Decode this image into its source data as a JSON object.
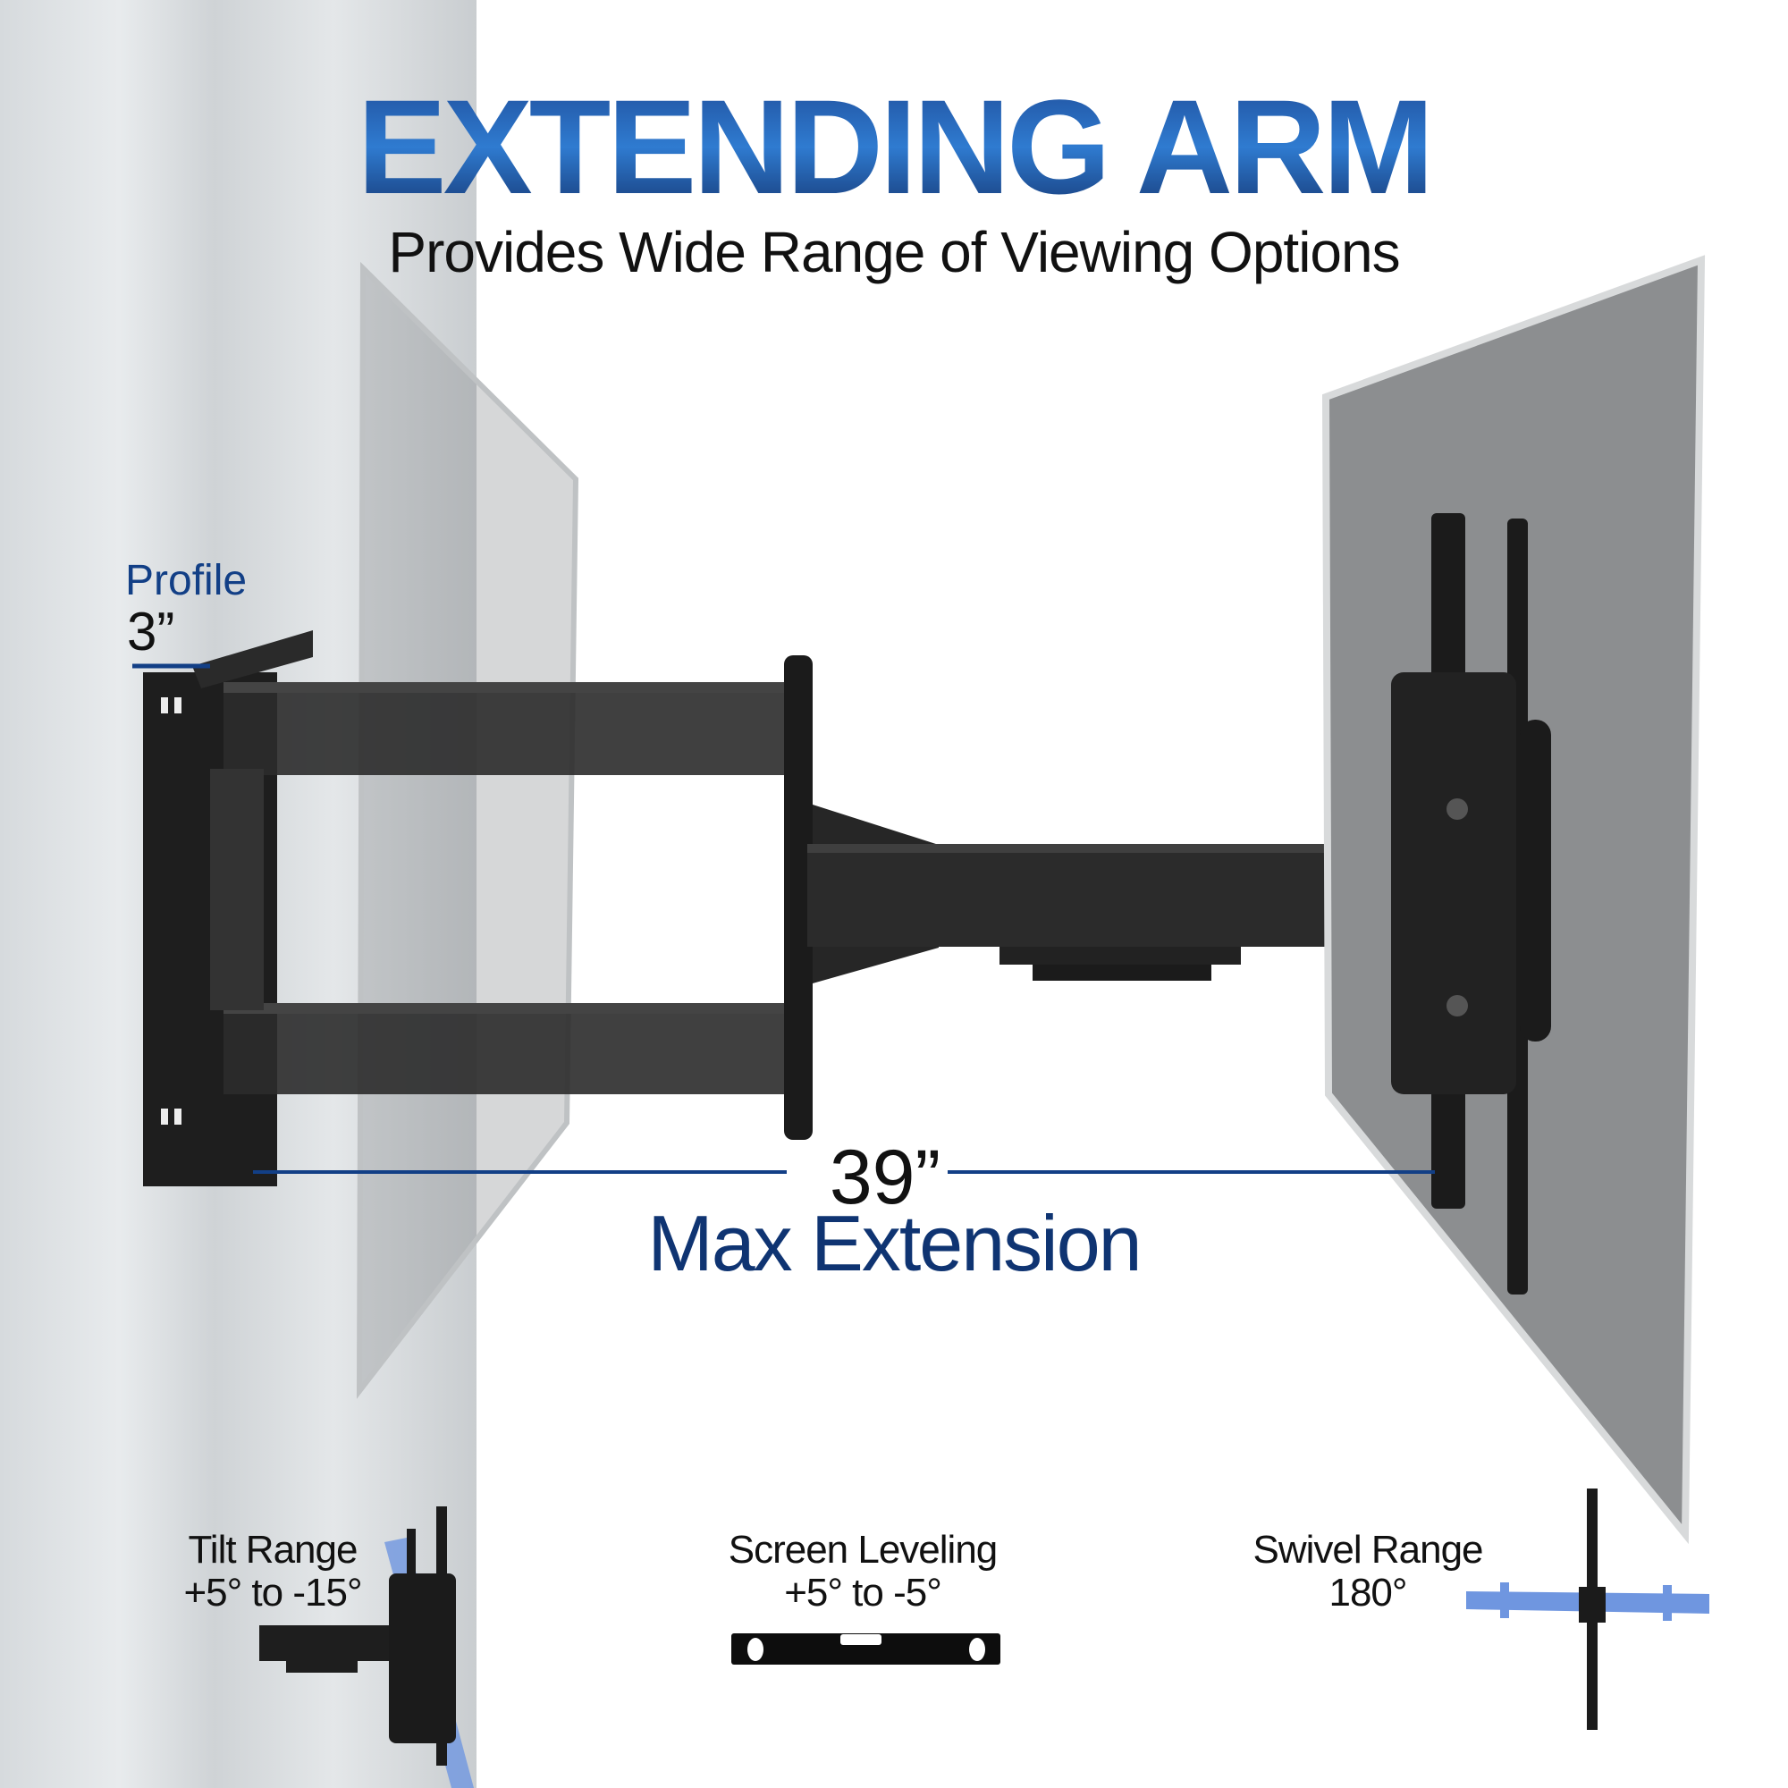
{
  "header": {
    "title": "EXTENDING ARM",
    "subtitle": "Provides Wide Range of Viewing Options"
  },
  "profile": {
    "label": "Profile",
    "value": "3”"
  },
  "extension": {
    "value": "39”",
    "label": "Max Extension"
  },
  "features": [
    {
      "title": "Tilt Range",
      "value": "+5° to -15°"
    },
    {
      "title": "Screen Leveling",
      "value": "+5° to -5°"
    },
    {
      "title": "Swivel Range",
      "value": "180°"
    }
  ],
  "colors": {
    "title_blue": "#1e4a96",
    "accent_blue": "#123f86",
    "highlight_blue": "#6f96e0",
    "mount_black": "#1b1b1b"
  }
}
